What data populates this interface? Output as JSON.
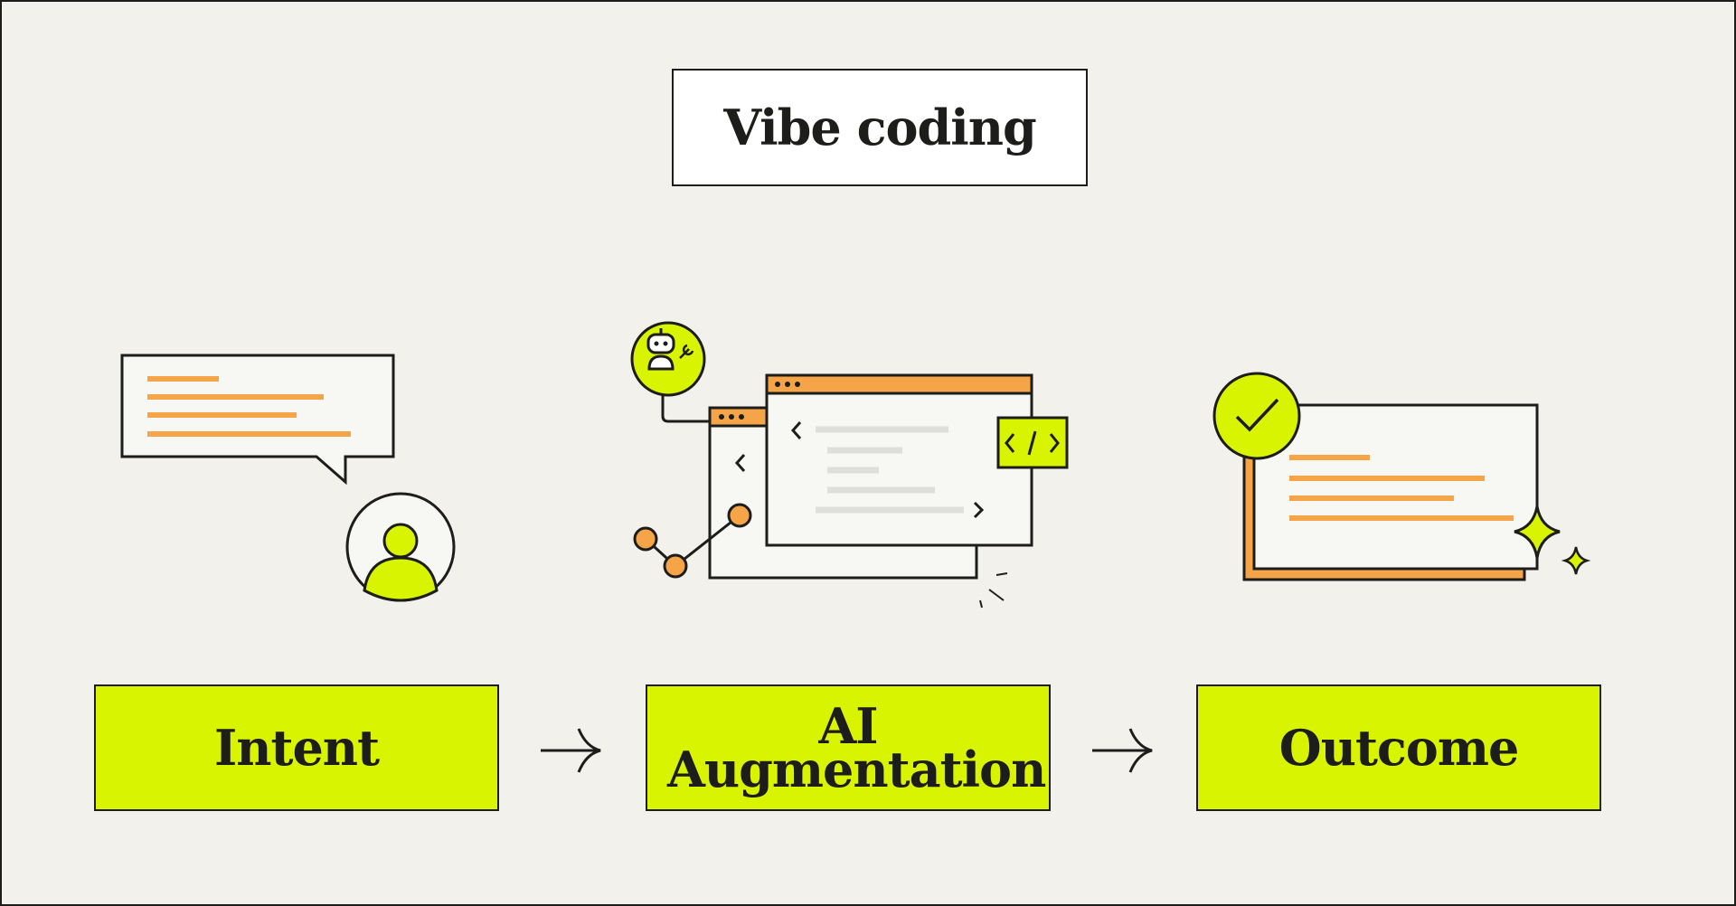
{
  "title": "Vibe coding",
  "colors": {
    "accent": "#d8f400",
    "orange": "#f5a447",
    "stroke": "#1d1d1b",
    "background": "#f2f1ec"
  },
  "steps": [
    {
      "label": "Intent",
      "icon": "speech-bubble-person"
    },
    {
      "label": "AI Augmentation",
      "icon": "robot-code-windows"
    },
    {
      "label": "Outcome",
      "icon": "checkmark-document-sparkle"
    }
  ],
  "flow_arrows": [
    "arrow-right",
    "arrow-right"
  ],
  "code_icon_text": "</>"
}
